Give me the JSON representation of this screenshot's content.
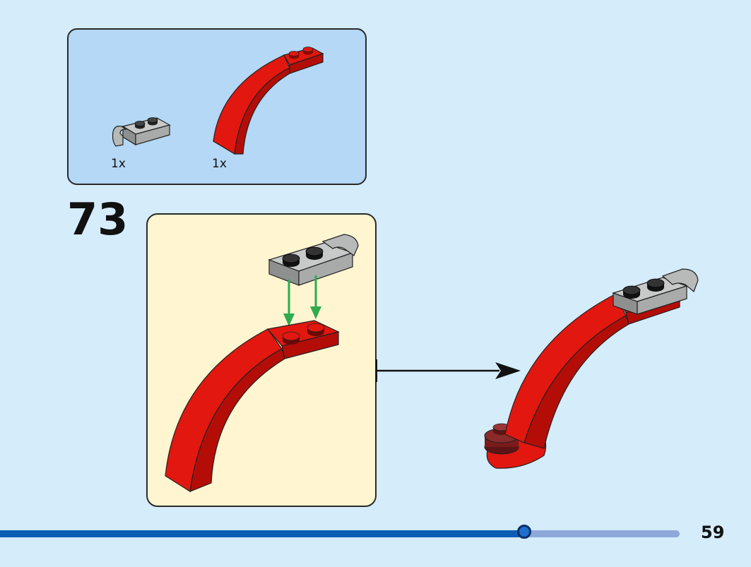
{
  "parts_list": {
    "items": [
      {
        "icon": "gray-clip-plate-icon",
        "qty": "1x"
      },
      {
        "icon": "red-curved-arch-icon",
        "qty": "1x"
      }
    ]
  },
  "step": {
    "number": "73"
  },
  "progress": {
    "fraction": 0.771
  },
  "page": {
    "number": "59"
  },
  "colors": {
    "background": "#d5ecfb",
    "parts_box": "#b4d8f5",
    "step_box": "#fff5d0",
    "brick_red": "#e2170f",
    "brick_gray": "#a9abab",
    "arrow_green": "#2faa4f",
    "progress_fill": "#0a5fb4",
    "progress_track": "#8ea8da"
  }
}
